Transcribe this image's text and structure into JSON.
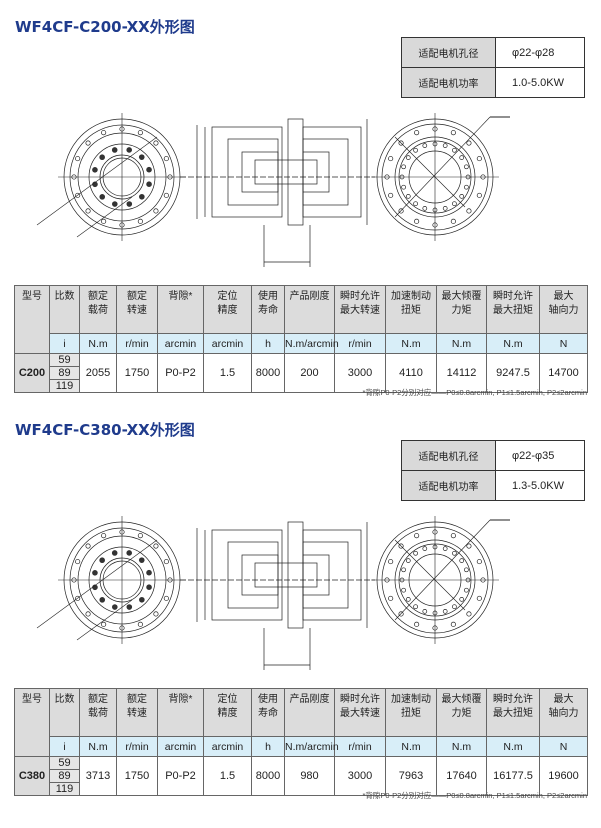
{
  "sections": [
    {
      "title": "WF4CF-C200-XX外形图",
      "motor": [
        {
          "label": "适配电机孔径",
          "value": "φ22-φ28"
        },
        {
          "label": "适配电机功率",
          "value": "1.0-5.0KW"
        }
      ],
      "model": "C200",
      "ratios": [
        "59",
        "89",
        "119"
      ],
      "values": [
        "2055",
        "1750",
        "P0-P2",
        "1.5",
        "8000",
        "200",
        "3000",
        "4110",
        "14112",
        "9247.5",
        "14700"
      ],
      "note": "*背隙P0-P2分别对应——P0≤0.8arcmin, P1≤1.5arcmin, P2≤2arcmin"
    },
    {
      "title": "WF4CF-C380-XX外形图",
      "motor": [
        {
          "label": "适配电机孔径",
          "value": "φ22-φ35"
        },
        {
          "label": "适配电机功率",
          "value": "1.3-5.0KW"
        }
      ],
      "model": "C380",
      "ratios": [
        "59",
        "89",
        "119"
      ],
      "values": [
        "3713",
        "1750",
        "P0-P2",
        "1.5",
        "8000",
        "980",
        "3000",
        "7963",
        "17640",
        "16177.5",
        "19600"
      ],
      "note": "*背隙P0-P2分别对应——P0≤0.8arcmin, P1≤1.5arcmin, P2≤2arcmin"
    }
  ],
  "headers": [
    "型号",
    "比数",
    "额定\n载荷",
    "额定\n转速",
    "背隙*",
    "定位\n精度",
    "使用\n寿命",
    "产品刚度",
    "瞬时允许\n最大转速",
    "加速制动\n扭矩",
    "最大倾覆\n力矩",
    "瞬时允许\n最大扭矩",
    "最大\n轴向力"
  ],
  "units": [
    "i",
    "N.m",
    "r/min",
    "arcmin",
    "arcmin",
    "h",
    "N.m/arcmin",
    "r/min",
    "N.m",
    "N.m",
    "N.m",
    "N"
  ]
}
